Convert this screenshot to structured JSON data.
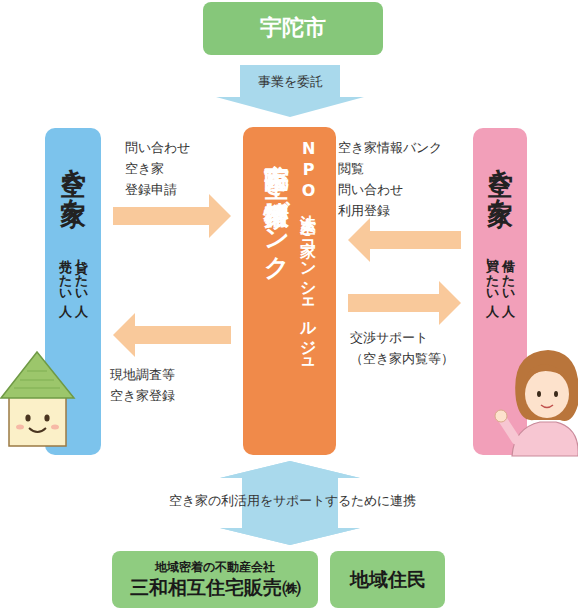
{
  "diagram": {
    "nodes": [
      {
        "text": [
          "宇陀市"
        ]
      },
      {
        "text": [
          "空き家を",
          "貸したい人 売りたい人"
        ]
      },
      {
        "text": [
          "NPO法人空き家コンシェルジュ",
          "宇陀市 空き家情報バンク"
        ]
      },
      {
        "text": [
          "空き家を",
          "借りたい人 買いたい人"
        ]
      },
      {
        "text": [
          "地域密着の不動産会社",
          "三和相互住宅販売㈱"
        ]
      },
      {
        "text": [
          "地域住民"
        ]
      }
    ],
    "edges": [
      {
        "from": 0,
        "to": 2,
        "arrow": "to",
        "label": "事業を委託"
      },
      {
        "from": 1,
        "to": 2,
        "arrow": "to",
        "label": "問い合わせ 空き家 登録申請"
      },
      {
        "from": 2,
        "to": 1,
        "arrow": "to",
        "label": "現地調査等 空き家登録"
      },
      {
        "from": 3,
        "to": 2,
        "arrow": "to",
        "label": "空き家情報バンク 閲覧 問い合わせ 利用登録"
      },
      {
        "from": 2,
        "to": 3,
        "arrow": "to",
        "label": "交渉サポート （空き家内覧等）"
      },
      {
        "from": 2,
        "to": 4,
        "arrow": "both",
        "label": "空き家の利活用をサポートするために連携"
      },
      {
        "from": 2,
        "to": 5,
        "arrow": "both"
      }
    ]
  }
}
